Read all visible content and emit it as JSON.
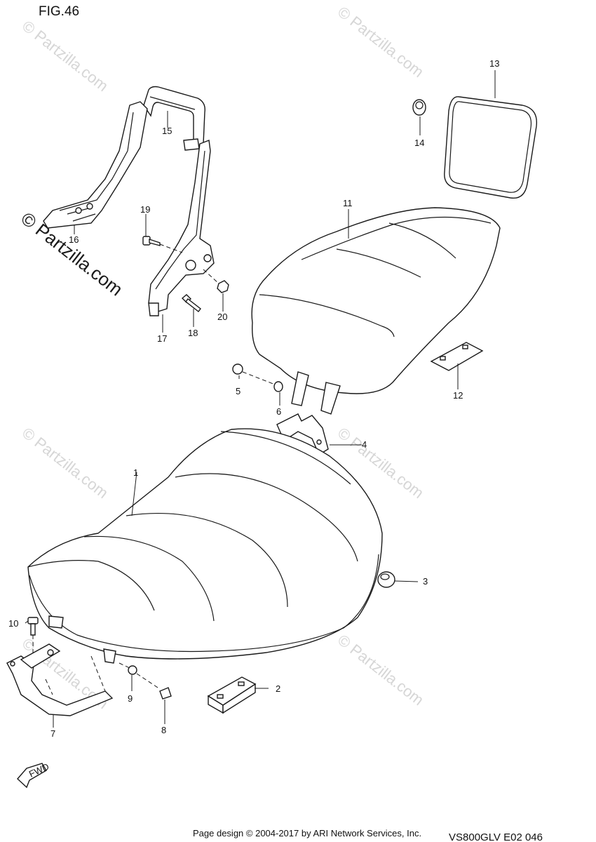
{
  "figure": {
    "title": "FIG.46"
  },
  "watermark": {
    "text": "© Partzilla.com",
    "short": "© Partzilla.com"
  },
  "parts": [
    {
      "number": "1"
    },
    {
      "number": "2"
    },
    {
      "number": "3"
    },
    {
      "number": "4"
    },
    {
      "number": "5"
    },
    {
      "number": "6"
    },
    {
      "number": "7"
    },
    {
      "number": "8"
    },
    {
      "number": "9"
    },
    {
      "number": "10"
    },
    {
      "number": "11"
    },
    {
      "number": "12"
    },
    {
      "number": "13"
    },
    {
      "number": "14"
    },
    {
      "number": "15"
    },
    {
      "number": "16"
    },
    {
      "number": "17"
    },
    {
      "number": "18"
    },
    {
      "number": "19"
    },
    {
      "number": "20"
    }
  ],
  "fwd_icon": {
    "text": "FWD",
    "icon": "fwd-arrow-icon"
  },
  "footer": {
    "credit": "Page design © 2004-2017 by ARI Network Services, Inc.",
    "code": "VS800GLV E02 046"
  }
}
